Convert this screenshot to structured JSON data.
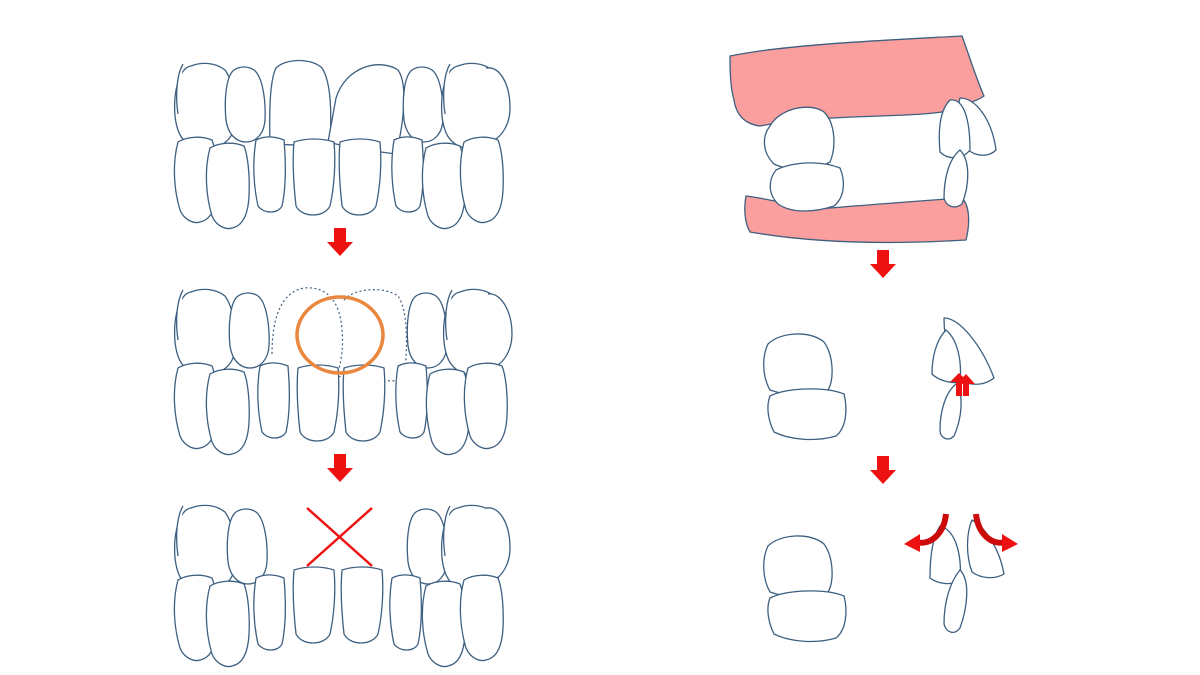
{
  "colors": {
    "background": "#ffffff",
    "tooth_outline": "#3d5f80",
    "gum": "#fb9e9e",
    "arrow": "#ee1111",
    "highlight_circle": "#e8873d",
    "cross_mark": "#ee1111"
  },
  "left_column": {
    "steps": [
      {
        "state": "crowded front teeth, upper right incisor overlapping"
      },
      {
        "state": "problem area circled",
        "marker": "orange-circle"
      },
      {
        "state": "front teeth removed",
        "marker": "red-cross"
      }
    ]
  },
  "right_column": {
    "steps": [
      {
        "state": "side view of jaws with gums"
      },
      {
        "state": "teeth only, upward force on front tooth",
        "marker": "up-arrows"
      },
      {
        "state": "front teeth spreading apart",
        "marker": "curved-arrows"
      }
    ]
  },
  "icons": [
    "down-arrow-icon",
    "cross-icon",
    "up-arrow-icon",
    "curved-arrow-icon"
  ]
}
